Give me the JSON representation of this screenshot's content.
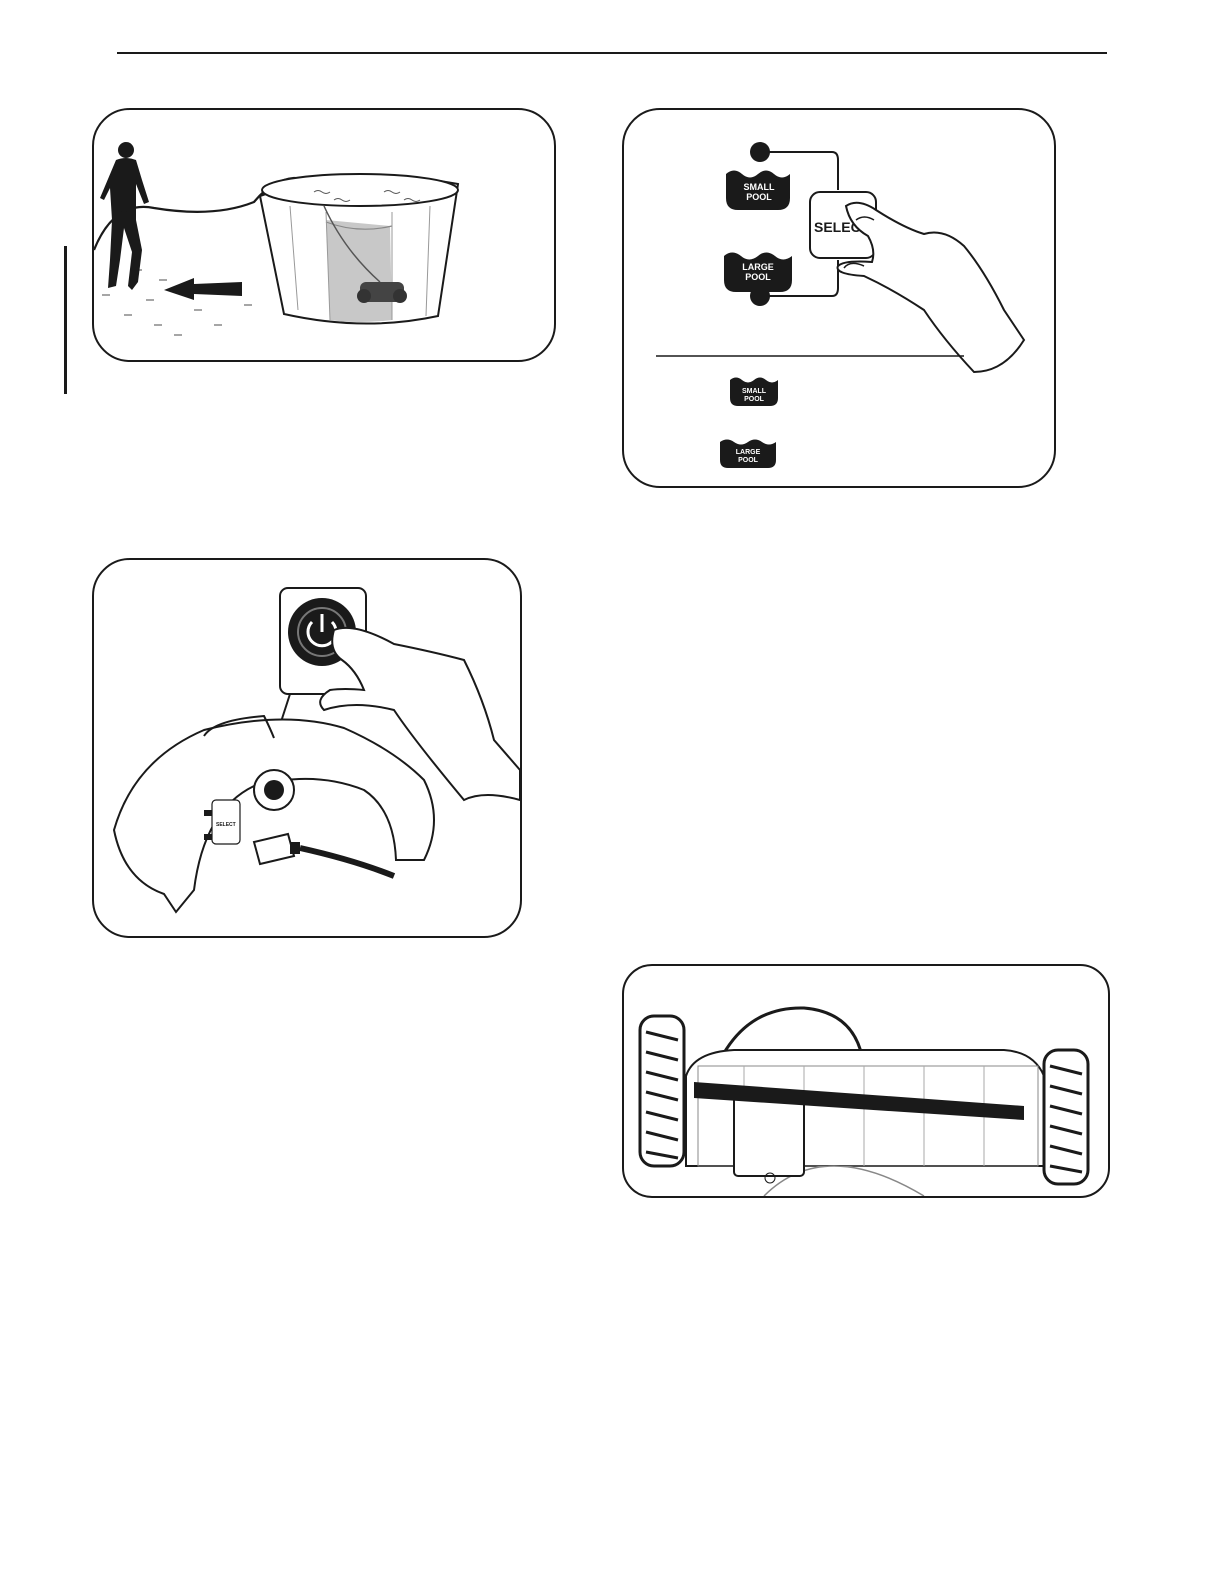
{
  "document": {
    "figures": [
      {
        "name": "pool-placement-illustration"
      },
      {
        "name": "mode-selection-illustration"
      },
      {
        "name": "power-button-illustration"
      },
      {
        "name": "robot-top-view-illustration"
      }
    ]
  },
  "mode_panel": {
    "small_pool_line1": "SMALL",
    "small_pool_line2": "POOL",
    "large_pool_line1": "LARGE",
    "large_pool_line2": "POOL",
    "select_label": "SELECT",
    "legend_small_line1": "SMALL",
    "legend_small_line2": "POOL",
    "legend_large_line1": "LARGE",
    "legend_large_line2": "POOL"
  },
  "power_panel": {
    "device_select_label": "SELECT"
  },
  "colors": {
    "ink": "#1a1a1a",
    "water_shade": "#c8c8c8",
    "panel_bg": "#ffffff"
  }
}
